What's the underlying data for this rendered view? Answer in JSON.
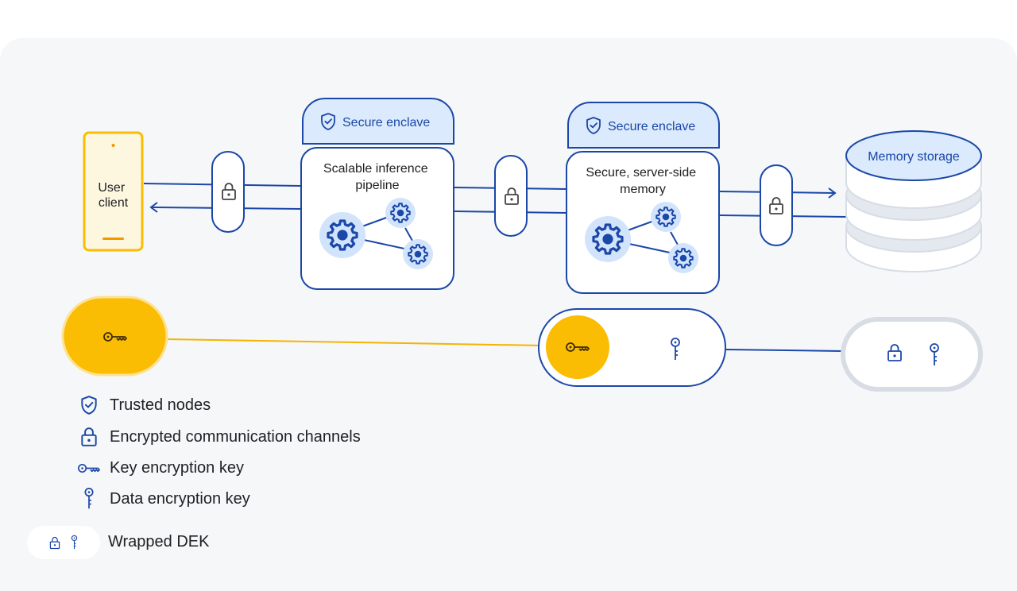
{
  "nodes": {
    "user_client": "User\nclient",
    "enclave_1_label": "Secure enclave",
    "enclave_2_label": "Secure enclave",
    "pipeline_title": "Scalable inference\npipeline",
    "memory_title": "Secure, server-side\nmemory",
    "storage_label": "Memory storage"
  },
  "legend": {
    "trusted_nodes": "Trusted nodes",
    "encrypted_channels": "Encrypted communication channels",
    "kek": "Key encryption key",
    "dek": "Data encryption key",
    "wrapped_dek": "Wrapped DEK"
  },
  "icons": {
    "trusted_nodes": "shield-check-icon",
    "encrypted_channels": "lock-icon",
    "kek": "key-horizontal-icon",
    "dek": "key-vertical-icon"
  },
  "colors": {
    "primary_blue": "#1a47a8",
    "light_blue": "#dbeafc",
    "gear_bg": "#d2e3fc",
    "yellow": "#fbbc04",
    "yellow_line": "#f4b400",
    "gray_outline": "#d7dce5",
    "canvas": "#f6f7f9"
  }
}
